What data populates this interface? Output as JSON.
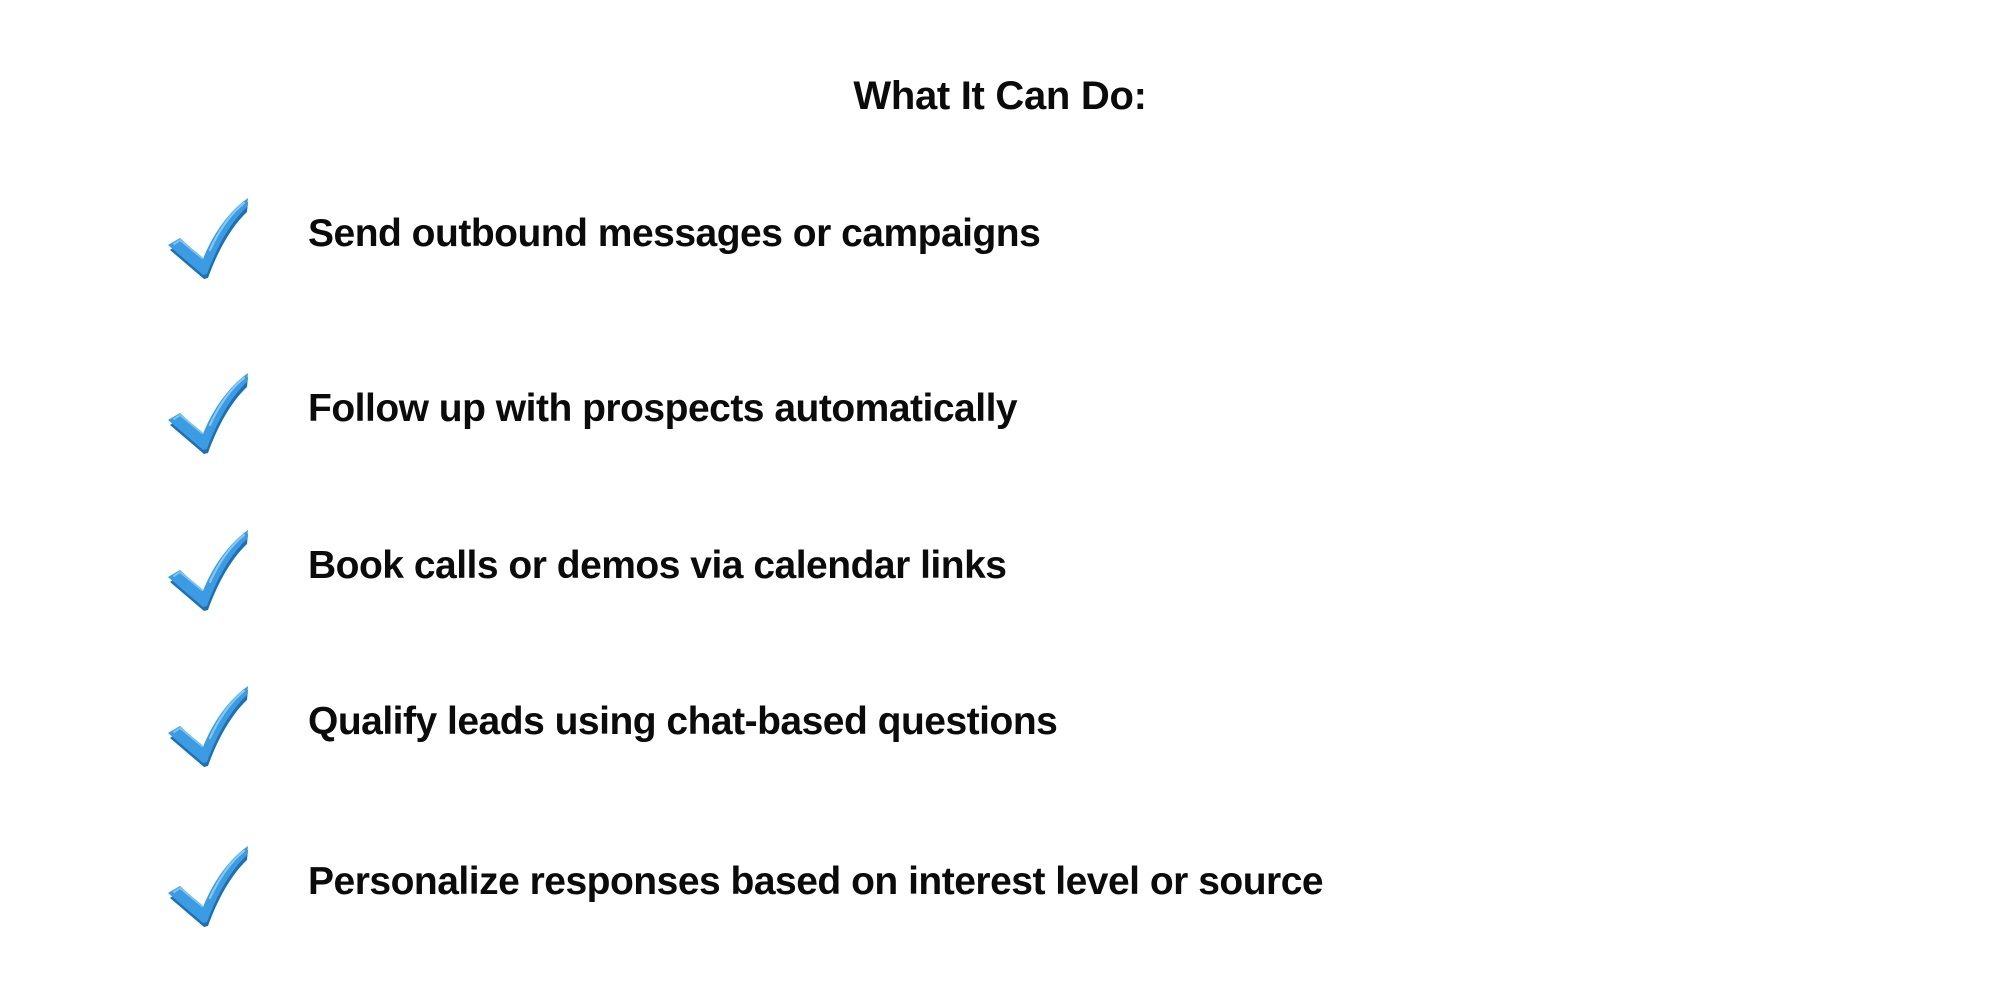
{
  "title": "What It Can Do:",
  "icon": "checkmark-icon",
  "accent_color": "#3b9be3",
  "features": [
    {
      "label": "Send outbound messages or campaigns"
    },
    {
      "label": "Follow up with prospects automatically"
    },
    {
      "label": "Book calls or demos via calendar links"
    },
    {
      "label": "Qualify leads using chat-based questions"
    },
    {
      "label": "Personalize responses based on interest level or source"
    }
  ]
}
